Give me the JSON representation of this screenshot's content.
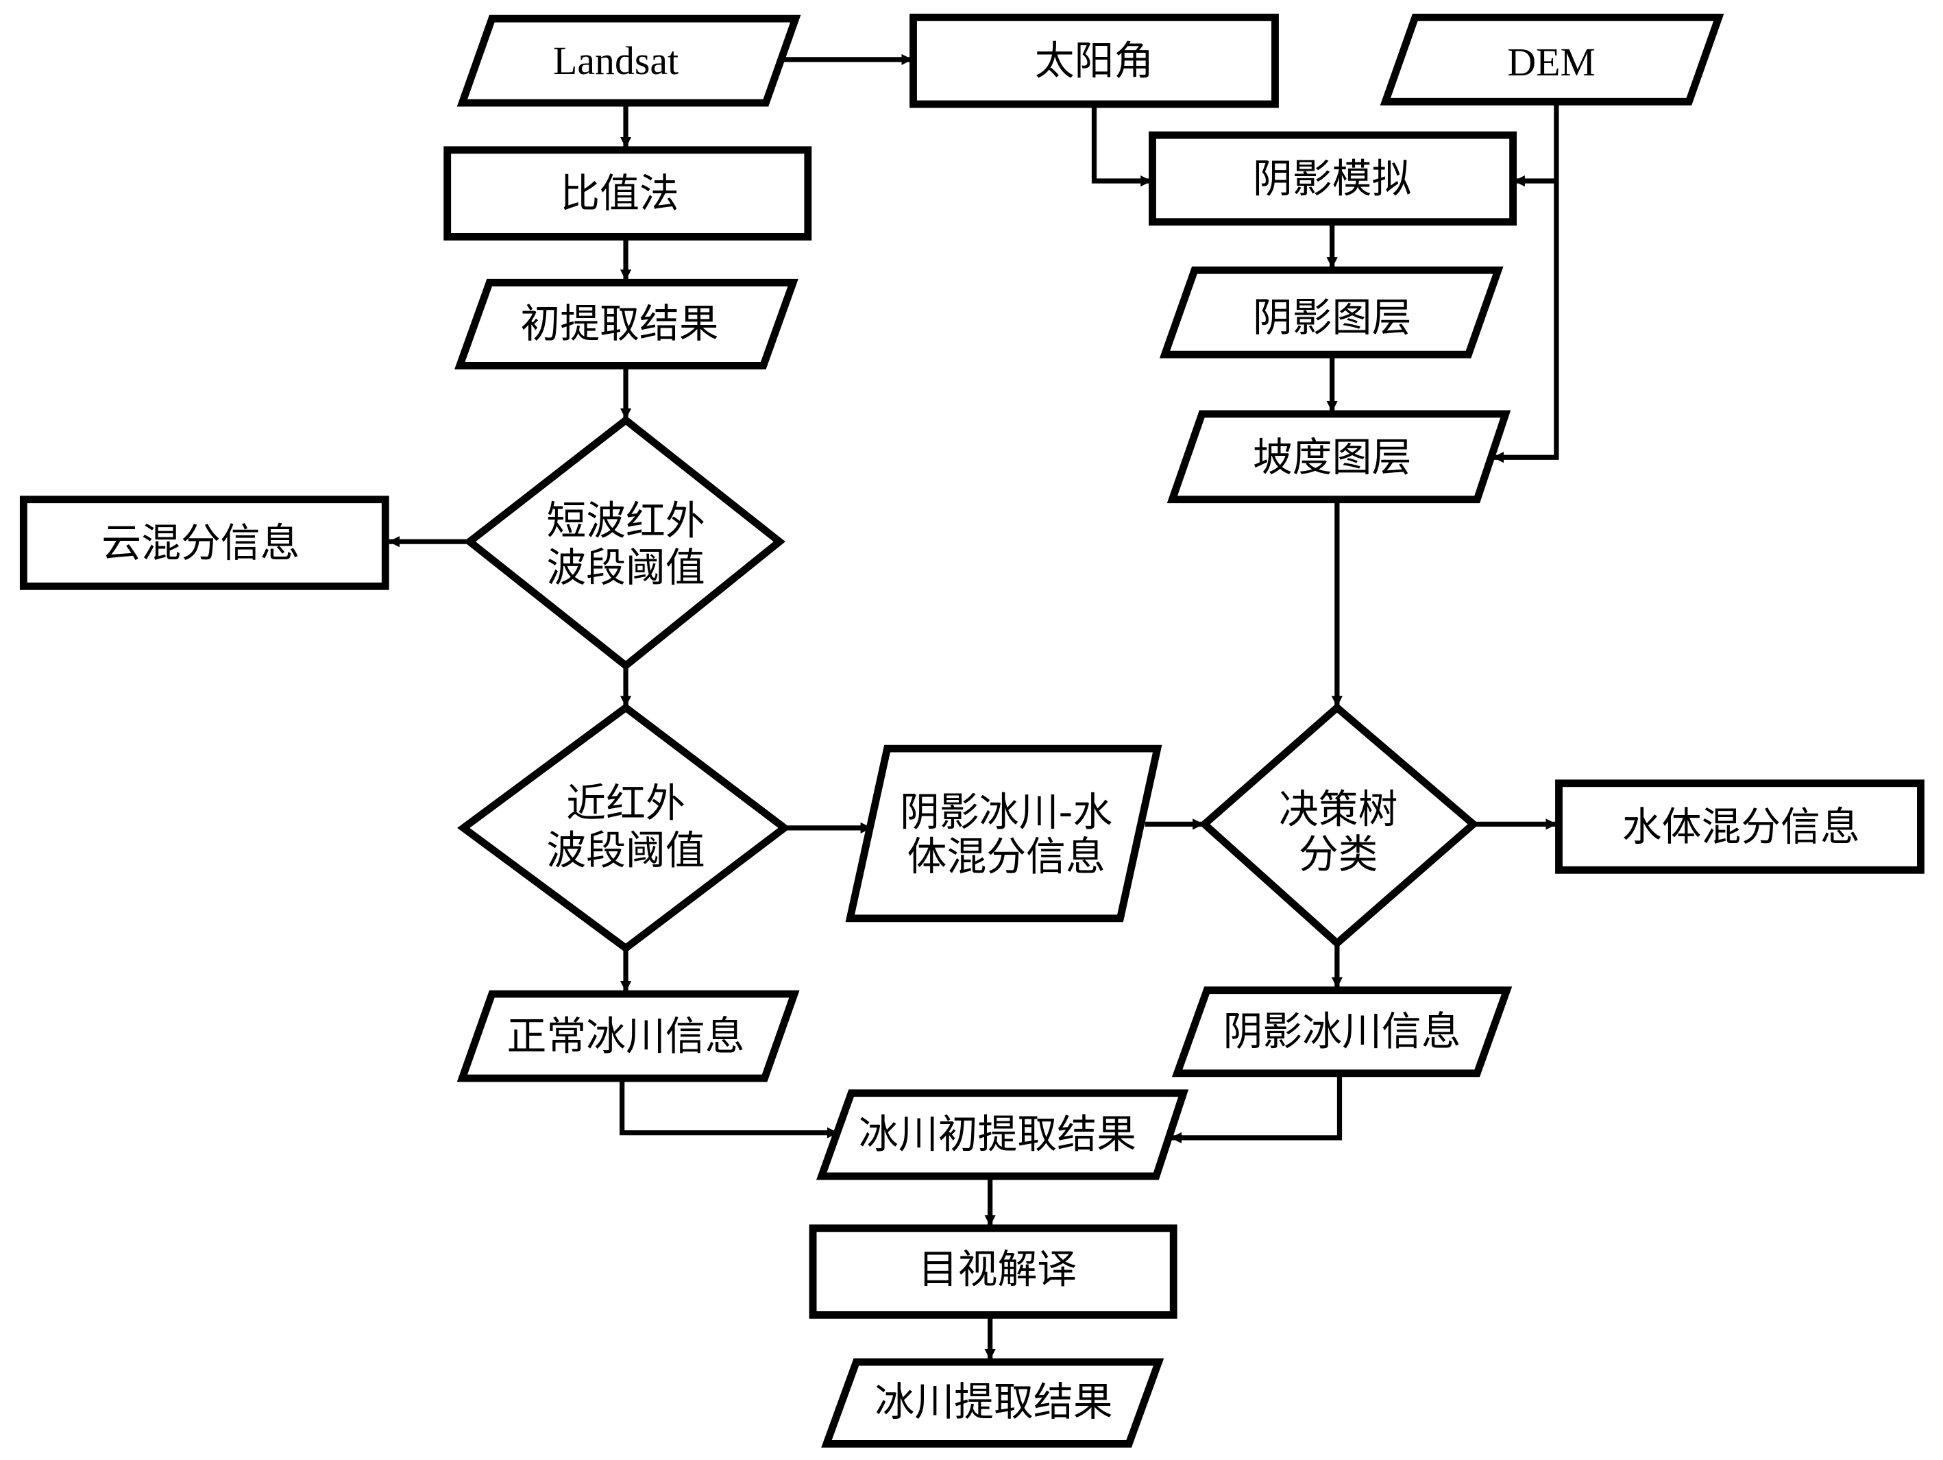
{
  "nodes": {
    "landsat": "Landsat",
    "sun_angle": "太阳角",
    "dem": "DEM",
    "ratio_method": "比值法",
    "shadow_simulation": "阴影模拟",
    "initial_result": "初提取结果",
    "shadow_layer": "阴影图层",
    "slope_layer": "坡度图层",
    "cloud_mixed_info": "云混分信息",
    "swir_threshold": [
      "短波红外",
      "波段阈值"
    ],
    "nir_threshold": [
      "近红外",
      "波段阈值"
    ],
    "shadow_glacier_water_mixed": [
      "阴影冰川-水",
      "体混分信息"
    ],
    "decision_tree": [
      "决策树",
      "分类"
    ],
    "water_mixed_info": "水体混分信息",
    "normal_glacier_info": "正常冰川信息",
    "shadow_glacier_info": "阴影冰川信息",
    "glacier_initial_result": "冰川初提取结果",
    "visual_interpretation": "目视解译",
    "glacier_final_result": "冰川提取结果"
  }
}
